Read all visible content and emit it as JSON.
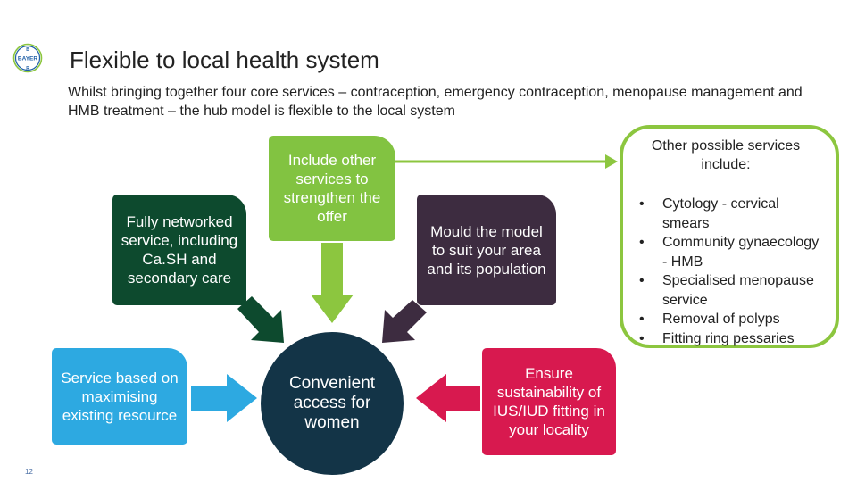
{
  "slide": {
    "title": "Flexible to local health system",
    "subtitle": "Whilst bringing together four core services – contraception, emergency contraception, menopause management and HMB treatment – the hub model is flexible to the local system",
    "page_number": "12"
  },
  "logo": {
    "text_vertical": "BAYER",
    "text_horizontal": "BAYER",
    "color": "#1f5fa6",
    "accent": "#8cc63f"
  },
  "diagram": {
    "networked_service": "Fully networked service, including Ca.SH and secondary care",
    "include_other": "Include other services to strengthen the offer",
    "mould_model": "Mould the model to suit your area and its population",
    "service_based": "Service based on maximising existing resource",
    "convenient_access": "Convenient access for women",
    "ensure_sustainability": "Ensure sustainability of IUS/IUD fitting in your locality"
  },
  "panel": {
    "heading": "Other possible services include:",
    "items": [
      "Cytology - cervical smears",
      "Community gynaecology - HMB",
      "Specialised menopause service",
      "Removal of polyps",
      "Fitting ring pessaries"
    ]
  },
  "colors": {
    "dark_green": "#0d4a2e",
    "light_green": "#82c341",
    "plum": "#3d2c40",
    "sky_blue": "#2da9e1",
    "navy": "#133447",
    "crimson": "#d8194f",
    "panel_border": "#8cc63f",
    "arrow_green": "#8cc63f",
    "arrow_blue": "#2da9e1",
    "arrow_crimson": "#d8194f",
    "arrow_dark_green": "#0d4a2e",
    "arrow_plum": "#3d2c40"
  }
}
